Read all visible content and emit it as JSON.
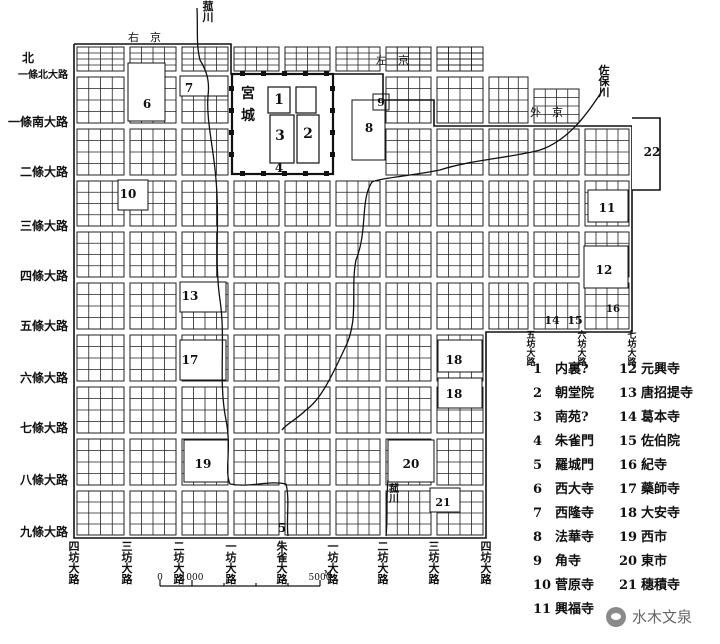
{
  "labels": {
    "north": "北",
    "cardinals": {
      "west_kyo": "右　京",
      "east_kyo": "左　京",
      "outer_east": "外　京"
    },
    "rivers": {
      "kashiwa": "菰川",
      "saho": "佐保川",
      "lower": "菰川"
    },
    "palace": "宮城",
    "east_streets": [
      "一條北大路",
      "一條南大路",
      "二條大路",
      "三條大路",
      "四條大路",
      "五條大路",
      "六條大路",
      "七條大路",
      "八條大路",
      "九條大路"
    ],
    "north_boulevards": [
      "四坊大路",
      "三坊大路",
      "二坊大路",
      "一坊大路",
      "朱雀大路",
      "一坊大路",
      "二坊大路",
      "三坊大路",
      "四坊大路"
    ],
    "outer_boulevards": [
      "五坊大路",
      "六坊大路",
      "七坊大路"
    ]
  },
  "markers": [
    "1",
    "2",
    "3",
    "4",
    "5",
    "6",
    "7",
    "8",
    "9",
    "10",
    "11",
    "12",
    "13",
    "14",
    "15",
    "16",
    "17",
    "18",
    "18",
    "19",
    "20",
    "21",
    "22"
  ],
  "scale": {
    "ticks": [
      "0",
      "1000",
      "5000"
    ],
    "unit": "M"
  },
  "legend": [
    {
      "num": "1",
      "name": "内裏?"
    },
    {
      "num": "2",
      "name": "朝堂院"
    },
    {
      "num": "3",
      "name": "南苑?"
    },
    {
      "num": "4",
      "name": "朱雀門"
    },
    {
      "num": "5",
      "name": "羅城門"
    },
    {
      "num": "6",
      "name": "西大寺"
    },
    {
      "num": "7",
      "name": "西隆寺"
    },
    {
      "num": "8",
      "name": "法華寺"
    },
    {
      "num": "9",
      "name": "角寺"
    },
    {
      "num": "10",
      "name": "菅原寺"
    },
    {
      "num": "11",
      "name": "興福寺"
    },
    {
      "num": "12",
      "name": "元興寺"
    },
    {
      "num": "13",
      "name": "唐招提寺"
    },
    {
      "num": "14",
      "name": "葛本寺"
    },
    {
      "num": "15",
      "name": "佐伯院"
    },
    {
      "num": "16",
      "name": "紀寺"
    },
    {
      "num": "17",
      "name": "藥師寺"
    },
    {
      "num": "18",
      "name": "大安寺"
    },
    {
      "num": "19",
      "name": "西市"
    },
    {
      "num": "20",
      "name": "東市"
    },
    {
      "num": "21",
      "name": "穗積寺"
    }
  ],
  "watermark": "水木文泉"
}
